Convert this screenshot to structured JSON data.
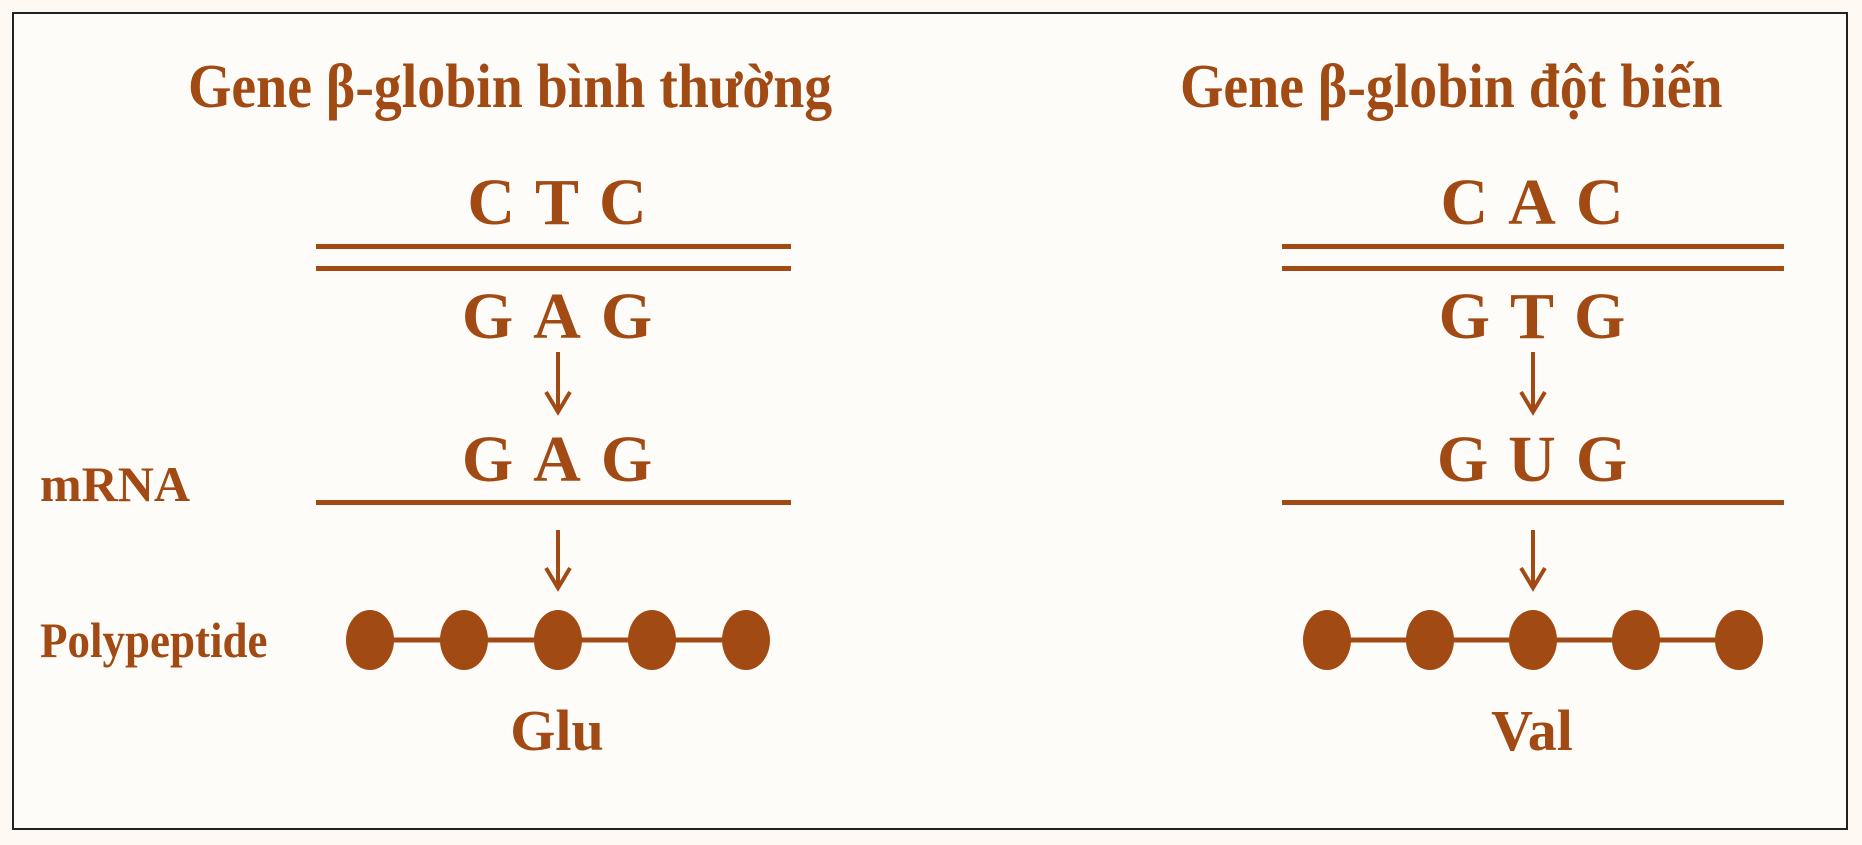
{
  "colors": {
    "accent": "#a24a13",
    "background": "#fefcf8",
    "border": "#222222"
  },
  "labels": {
    "mrna": "mRNA",
    "polypeptide": "Polypeptide"
  },
  "normal": {
    "title": "Gene β-globin bình thường",
    "dna_top": [
      "C",
      "T",
      "C"
    ],
    "dna_bottom": [
      "G",
      "A",
      "G"
    ],
    "mrna": [
      "G",
      "A",
      "G"
    ],
    "amino_acid": "Glu",
    "chain_beads": 5
  },
  "mutant": {
    "title": "Gene β-globin đột biến",
    "dna_top": [
      "C",
      "A",
      "C"
    ],
    "dna_bottom": [
      "G",
      "T",
      "G"
    ],
    "mrna": [
      "G",
      "U",
      "G"
    ],
    "amino_acid": "Val",
    "chain_beads": 5
  }
}
